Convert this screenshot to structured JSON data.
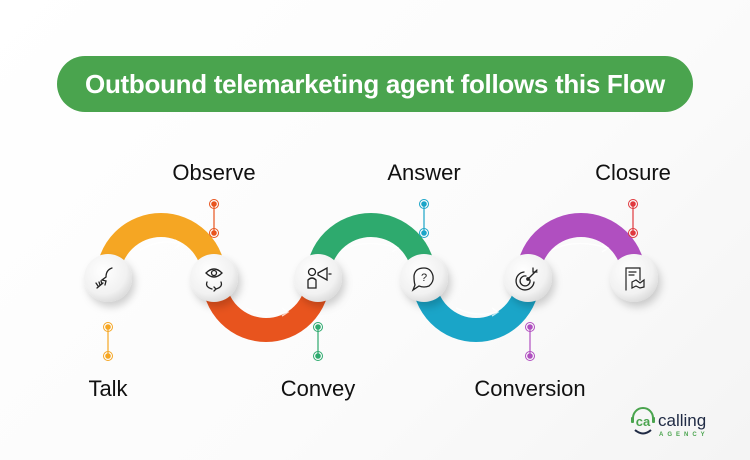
{
  "title": "Outbound telemarketing agent follows this Flow",
  "steps": [
    {
      "label": "Talk",
      "position": "bottom",
      "color": "#f5a623",
      "icon": "hand-talk-icon"
    },
    {
      "label": "Observe",
      "position": "top",
      "color": "#e8541e",
      "icon": "eye-rotate-icon"
    },
    {
      "label": "Convey",
      "position": "bottom",
      "color": "#2eaa6e",
      "icon": "person-megaphone-icon"
    },
    {
      "label": "Answer",
      "position": "top",
      "color": "#1aa5c8",
      "icon": "question-bubble-icon"
    },
    {
      "label": "Conversion",
      "position": "bottom",
      "color": "#b04fc0",
      "icon": "target-arrow-icon"
    },
    {
      "label": "Closure",
      "position": "top",
      "color": "#e0393e",
      "icon": "contract-handshake-icon"
    }
  ],
  "colors": {
    "title_bg": "#4aa44e",
    "arc_orange": "#f5a623",
    "arc_red": "#e8541e",
    "arc_green": "#2eaa6e",
    "arc_blue": "#1aa5c8",
    "arc_purple": "#b04fc0"
  },
  "logo": {
    "main": "calling",
    "sub": "AGENCY",
    "mark": "ca"
  }
}
